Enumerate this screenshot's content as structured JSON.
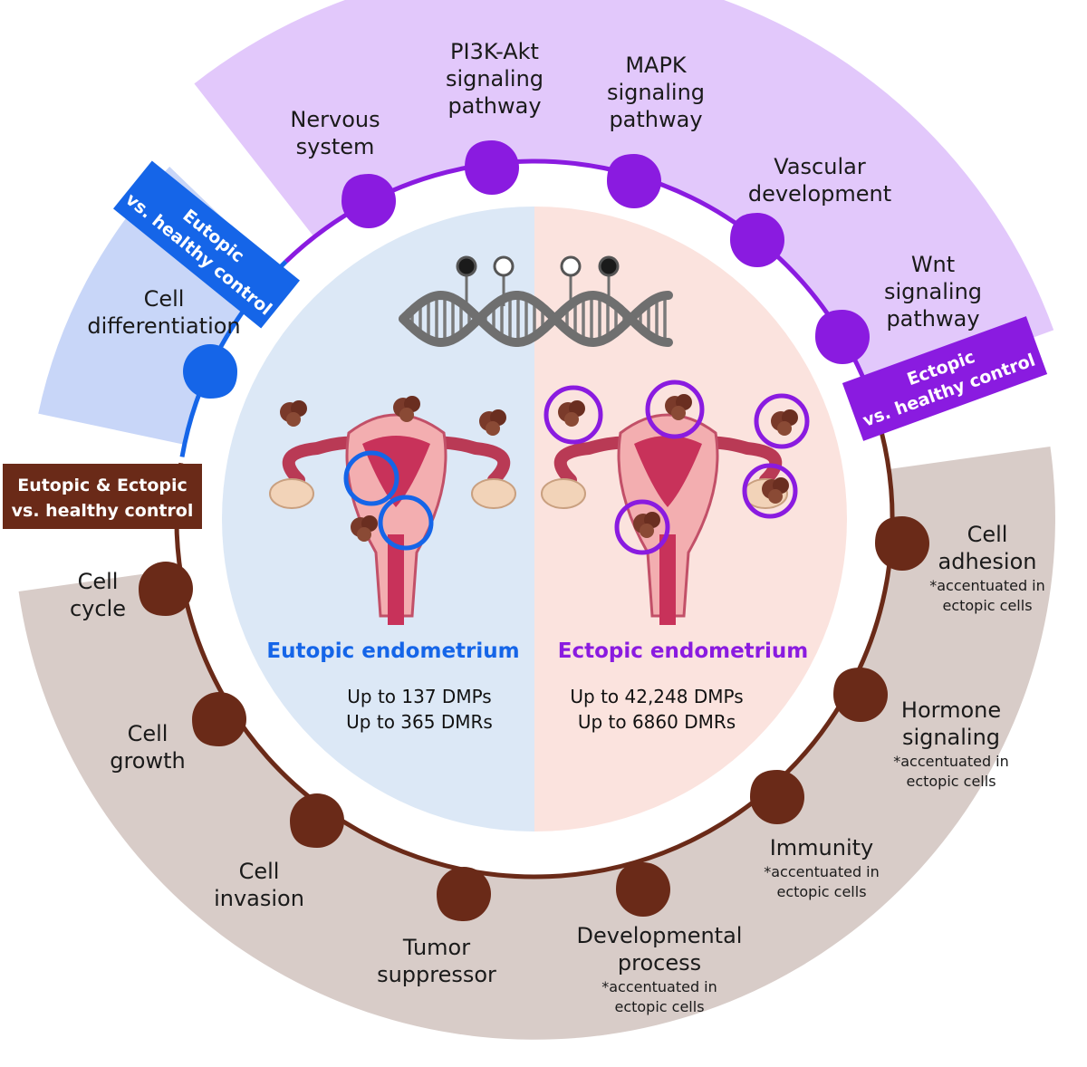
{
  "colors": {
    "eutopic": "#1565e8",
    "ectopic": "#8a1be0",
    "shared": "#6a2a18",
    "purple_bg": "#e2c8fb",
    "blue_bg": "#c8d6f8",
    "brown_bg": "#d8ccc8",
    "eutopic_panel": "#dce8f6",
    "ectopic_panel": "#fbe3de"
  },
  "icons": {
    "dna": "dna-helix-icon",
    "uterus": "uterus-icon",
    "methyl_filled": "methyl-group-filled-icon",
    "methyl_empty": "methyl-group-empty-icon"
  },
  "banners": {
    "eutopic": {
      "line1": "Eutopic",
      "line2": "vs. healthy control"
    },
    "ectopic": {
      "line1": "Ectopic",
      "line2": "vs. healthy control"
    },
    "shared": {
      "line1": "Eutopic & Ectopic",
      "line2": "vs. healthy control"
    }
  },
  "pathways": {
    "eutopic": [
      {
        "lines": [
          "Cell",
          "differentiation"
        ]
      }
    ],
    "ectopic": [
      {
        "lines": [
          "Nervous",
          "system"
        ]
      },
      {
        "lines": [
          "PI3K-Akt",
          "signaling",
          "pathway"
        ]
      },
      {
        "lines": [
          "MAPK",
          "signaling",
          "pathway"
        ]
      },
      {
        "lines": [
          "Vascular",
          "development"
        ]
      },
      {
        "lines": [
          "Wnt",
          "signaling",
          "pathway"
        ]
      }
    ],
    "shared": [
      {
        "lines": [
          "Cell",
          "cycle"
        ]
      },
      {
        "lines": [
          "Cell",
          "growth"
        ]
      },
      {
        "lines": [
          "Cell",
          "invasion"
        ]
      },
      {
        "lines": [
          "Tumor",
          "suppressor"
        ]
      },
      {
        "lines": [
          "Developmental",
          "process"
        ],
        "note": [
          "*accentuated in",
          "ectopic cells"
        ]
      },
      {
        "lines": [
          "Immunity"
        ],
        "note": [
          "*accentuated in",
          "ectopic cells"
        ]
      },
      {
        "lines": [
          "Hormone",
          "signaling"
        ],
        "note": [
          "*accentuated in",
          "ectopic cells"
        ]
      },
      {
        "lines": [
          "Cell",
          "adhesion"
        ],
        "note": [
          "*accentuated in",
          "ectopic cells"
        ]
      }
    ]
  },
  "center": {
    "eutopic": {
      "title": "Eutopic endometrium",
      "stat1": "Up to 137 DMPs",
      "stat2": "Up to 365 DMRs"
    },
    "ectopic": {
      "title": "Ectopic endometrium",
      "stat1": "Up to 42,248 DMPs",
      "stat2": "Up to 6860 DMRs"
    }
  }
}
